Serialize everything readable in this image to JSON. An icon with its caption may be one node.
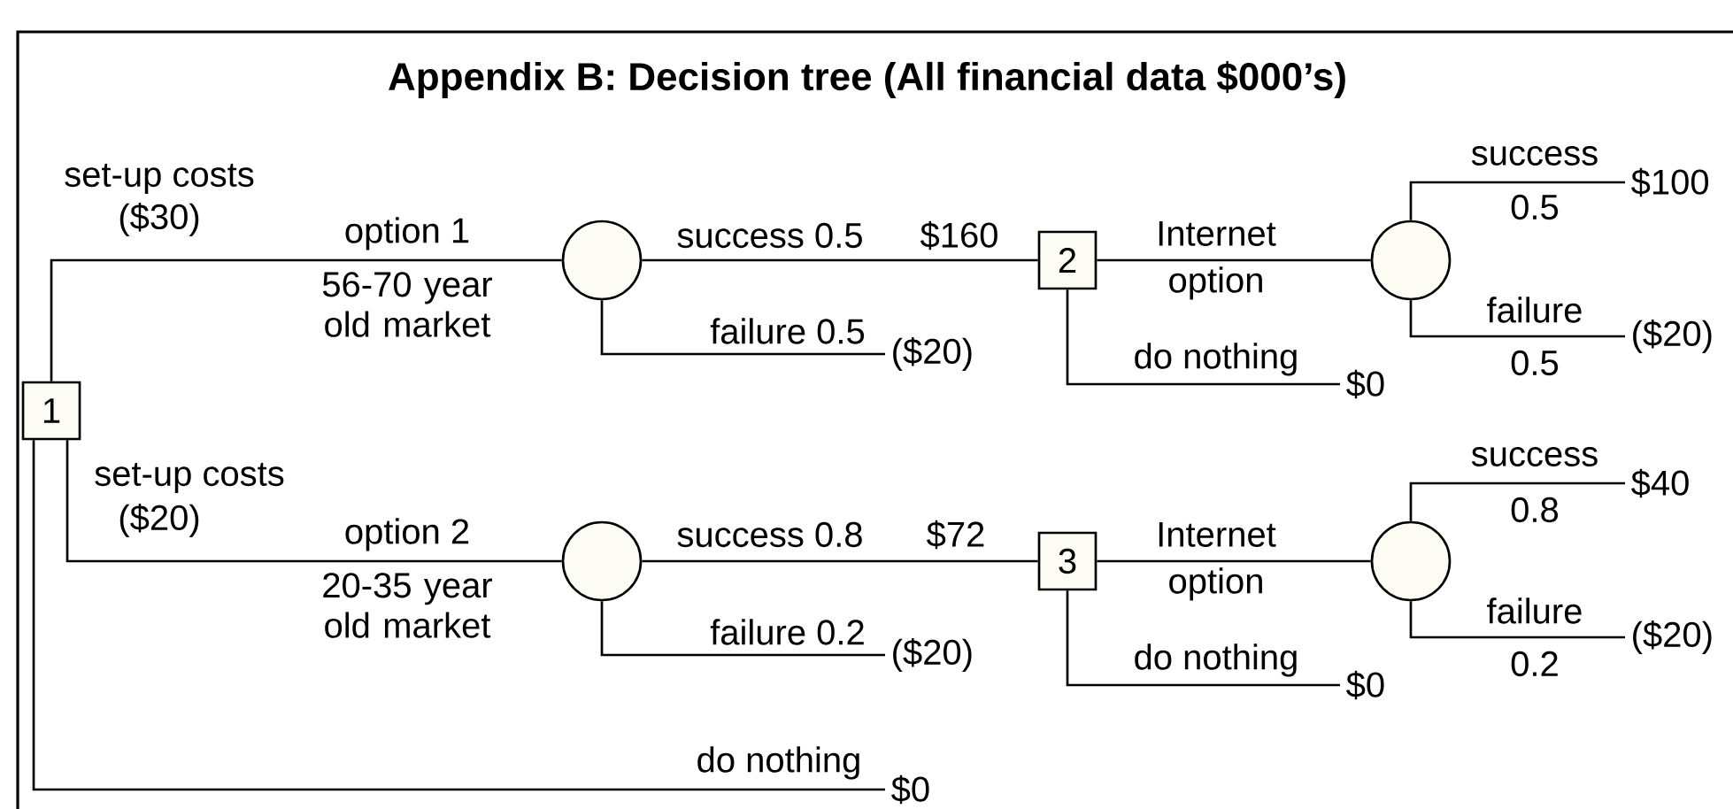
{
  "diagram": {
    "title": "Appendix B: Decision tree (All financial data $000’s)",
    "nodes": [
      {
        "text": [
          "1"
        ]
      },
      {
        "text": [],
        "shape": "circle"
      },
      {
        "text": [
          "2"
        ],
        "beside": [
          "$160"
        ]
      },
      {
        "text": [
          "($20)"
        ]
      },
      {
        "text": [],
        "shape": "circle"
      },
      {
        "text": [
          "$100"
        ]
      },
      {
        "text": [
          "($20)"
        ]
      },
      {
        "text": [
          "$0"
        ]
      },
      {
        "text": [],
        "shape": "circle"
      },
      {
        "text": [
          "3"
        ],
        "beside": [
          "$72"
        ]
      },
      {
        "text": [
          "($20)"
        ]
      },
      {
        "text": [],
        "shape": "circle"
      },
      {
        "text": [
          "$40"
        ]
      },
      {
        "text": [
          "($20)"
        ]
      },
      {
        "text": [
          "$0"
        ]
      },
      {
        "text": [
          "$0"
        ]
      }
    ],
    "edges": [
      {
        "from": 0,
        "to": 1,
        "arrow": "none",
        "label": "option 1"
      },
      {
        "from": 1,
        "to": 2,
        "arrow": "none",
        "label": "success 0.5"
      },
      {
        "from": 1,
        "to": 3,
        "arrow": "none",
        "label": "failure 0.5"
      },
      {
        "from": 2,
        "to": 4,
        "arrow": "none",
        "label": "Internet"
      },
      {
        "from": 4,
        "to": 5,
        "arrow": "none",
        "label": "success"
      },
      {
        "from": 4,
        "to": 6,
        "arrow": "none",
        "label": "failure"
      },
      {
        "from": 2,
        "to": 7,
        "arrow": "none",
        "label": "do nothing"
      },
      {
        "from": 0,
        "to": 8,
        "arrow": "none",
        "label": "option 2"
      },
      {
        "from": 8,
        "to": 9,
        "arrow": "none",
        "label": "success 0.8"
      },
      {
        "from": 8,
        "to": 10,
        "arrow": "none",
        "label": "failure 0.2"
      },
      {
        "from": 9,
        "to": 11,
        "arrow": "none",
        "label": "Internet"
      },
      {
        "from": 11,
        "to": 12,
        "arrow": "none",
        "label": "success"
      },
      {
        "from": 11,
        "to": 13,
        "arrow": "none",
        "label": "failure"
      },
      {
        "from": 9,
        "to": 14,
        "arrow": "none",
        "label": "do nothing"
      },
      {
        "from": 0,
        "to": 15,
        "arrow": "none",
        "label": "do nothing"
      }
    ],
    "labels": [
      "set-up costs",
      "($30)",
      "56-70 year old market",
      "0.5",
      "0.5",
      "option",
      "set-up costs",
      "($20)",
      "20-35 year old market",
      "0.8",
      "0.2",
      "option"
    ]
  }
}
